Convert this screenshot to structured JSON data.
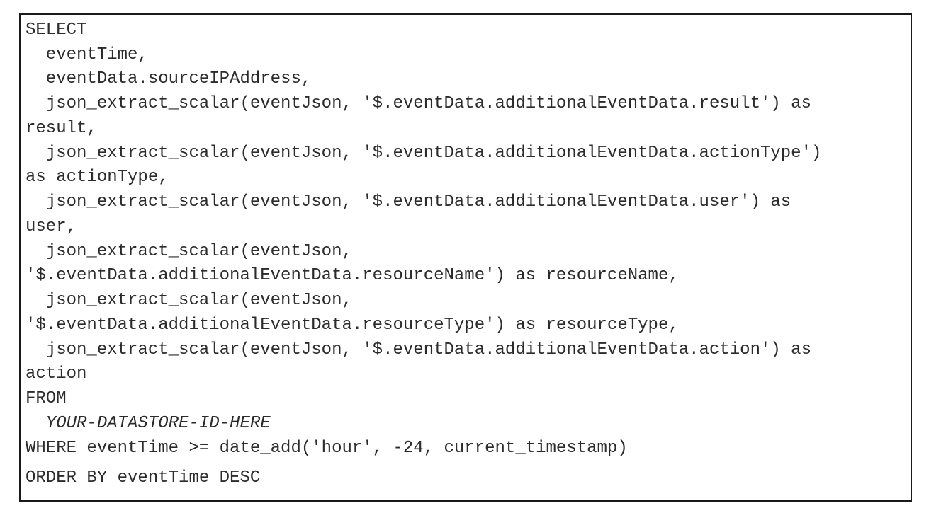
{
  "code": {
    "lines": [
      "SELECT",
      "  eventTime,",
      "  eventData.sourceIPAddress,",
      "  json_extract_scalar(eventJson, '$.eventData.additionalEventData.result') as",
      "result,",
      "  json_extract_scalar(eventJson, '$.eventData.additionalEventData.actionType')",
      "as actionType,",
      "  json_extract_scalar(eventJson, '$.eventData.additionalEventData.user') as",
      "user,",
      "  json_extract_scalar(eventJson,",
      "'$.eventData.additionalEventData.resourceName') as resourceName,",
      "  json_extract_scalar(eventJson,",
      "'$.eventData.additionalEventData.resourceType') as resourceType,",
      "  json_extract_scalar(eventJson, '$.eventData.additionalEventData.action') as",
      "action",
      "FROM",
      "  YOUR-DATASTORE-ID-HERE",
      "WHERE eventTime >= date_add('hour', -24, current_timestamp)",
      "ORDER BY eventTime DESC"
    ]
  }
}
